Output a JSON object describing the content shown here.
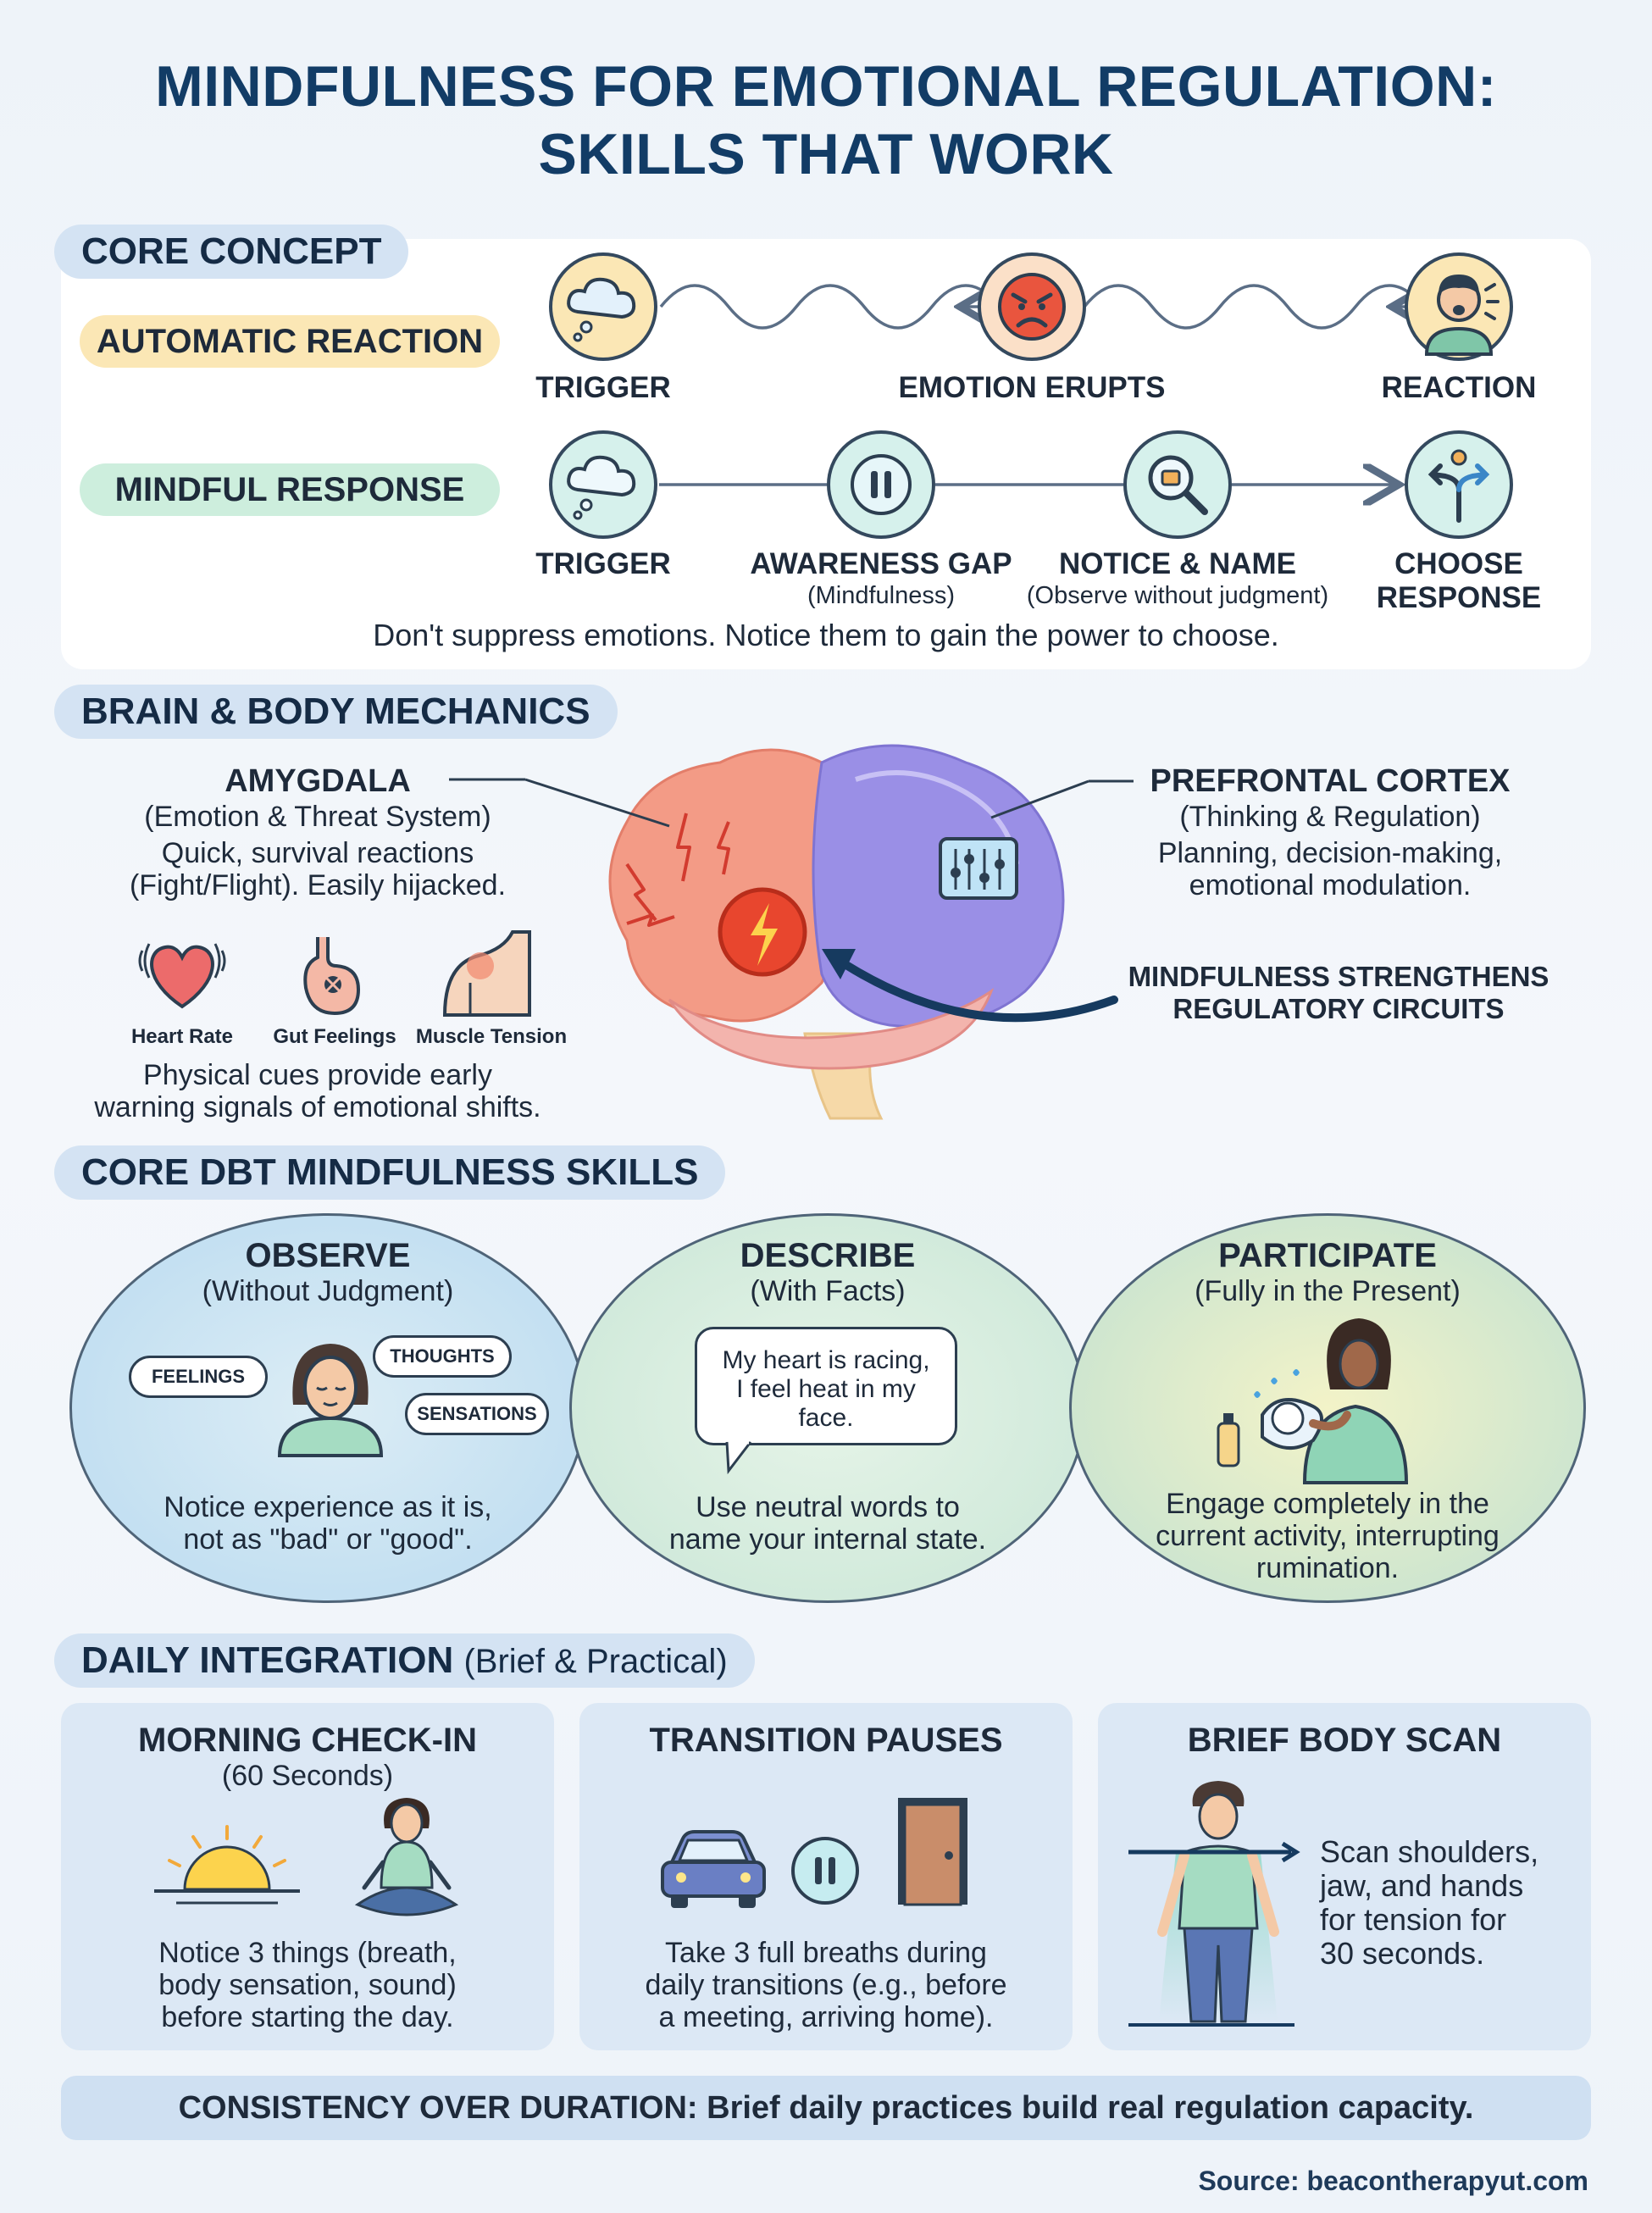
{
  "title": {
    "line1": "MINDFULNESS FOR EMOTIONAL REGULATION:",
    "line2": "SKILLS THAT WORK"
  },
  "core_concept": {
    "heading": "CORE CONCEPT",
    "automatic": {
      "label": "AUTOMATIC REACTION",
      "steps": [
        {
          "label": "TRIGGER",
          "icon": "thought-cloud-icon"
        },
        {
          "label": "EMOTION ERUPTS",
          "icon": "angry-face-icon"
        },
        {
          "label": "REACTION",
          "icon": "shouting-person-icon"
        }
      ]
    },
    "mindful": {
      "label": "MINDFUL RESPONSE",
      "steps": [
        {
          "label": "TRIGGER",
          "sub": "",
          "icon": "thought-cloud-icon"
        },
        {
          "label": "AWARENESS GAP",
          "sub": "(Mindfulness)",
          "icon": "pause-icon"
        },
        {
          "label": "NOTICE & NAME",
          "sub": "(Observe without judgment)",
          "icon": "magnifier-icon"
        },
        {
          "label": "CHOOSE",
          "sub": "RESPONSE",
          "icon": "fork-arrows-icon"
        }
      ]
    },
    "footer": "Don't suppress emotions. Notice them to gain the power to choose."
  },
  "brain": {
    "heading": "BRAIN & BODY MECHANICS",
    "amygdala": {
      "title": "AMYGDALA",
      "sub": "(Emotion & Threat System)",
      "line1": "Quick, survival reactions",
      "line2": "(Fight/Flight). Easily hijacked."
    },
    "pfc": {
      "title": "PREFRONTAL CORTEX",
      "sub": "(Thinking & Regulation)",
      "line1": "Planning, decision-making,",
      "line2": "emotional modulation."
    },
    "mindfulness_note": {
      "line1": "MINDFULNESS STRENGTHENS",
      "line2": "REGULATORY CIRCUITS"
    },
    "body_cues": [
      {
        "label": "Heart Rate",
        "icon": "heart-icon"
      },
      {
        "label": "Gut Feelings",
        "icon": "stomach-icon"
      },
      {
        "label": "Muscle Tension",
        "icon": "shoulder-icon"
      }
    ],
    "cue_note": {
      "line1": "Physical cues provide early",
      "line2": "warning signals of emotional shifts."
    }
  },
  "dbt": {
    "heading": "CORE DBT MINDFULNESS SKILLS",
    "skills": [
      {
        "title": "OBSERVE",
        "sub": "(Without Judgment)",
        "line1": "Notice experience as it is,",
        "line2": "not as \"bad\" or \"good\".",
        "line3": "",
        "bubbles": [
          "FEELINGS",
          "THOUGHTS",
          "SENSATIONS"
        ]
      },
      {
        "title": "DESCRIBE",
        "sub": "(With Facts)",
        "line1": "Use neutral words to",
        "line2": "name your internal state.",
        "line3": "",
        "speech": [
          "My heart is racing,",
          "I feel heat in my",
          "face."
        ]
      },
      {
        "title": "PARTICIPATE",
        "sub": "(Fully in the Present)",
        "line1": "Engage completely in the",
        "line2": "current activity, interrupting",
        "line3": "rumination."
      }
    ]
  },
  "daily": {
    "heading": "DAILY INTEGRATION",
    "heading_sub": "(Brief & Practical)",
    "cards": [
      {
        "title": "MORNING CHECK-IN",
        "sub": "(60 Seconds)",
        "line1": "Notice 3 things (breath,",
        "line2": "body sensation, sound)",
        "line3": "before starting the day."
      },
      {
        "title": "TRANSITION PAUSES",
        "sub": "",
        "line1": "Take 3 full breaths during",
        "line2": "daily transitions (e.g., before",
        "line3": "a meeting, arriving home)."
      },
      {
        "title": "BRIEF BODY SCAN",
        "sub": "",
        "line1": "Scan shoulders,",
        "line2": "jaw, and hands",
        "line3": "for tension for",
        "line4": "30 seconds."
      }
    ]
  },
  "banner": "CONSISTENCY OVER DURATION: Brief daily practices build real regulation capacity.",
  "source": "Source: beacontherapyut.com",
  "colors": {
    "title": "#123c66",
    "section_pill": "#d4e3f3",
    "automatic_pill": "#fbe7b5",
    "mindful_pill": "#cdeedd",
    "teal_circle": "#d6f1ec",
    "arrow": "#5b6e86"
  }
}
